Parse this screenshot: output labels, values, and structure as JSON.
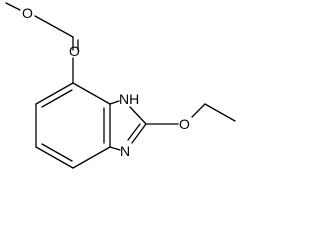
{
  "structure": {
    "atoms": {
      "ester_o_methyl": "O",
      "carbonyl_o": "O",
      "nh": "NH",
      "imine_n": "N",
      "ether_o": "O"
    }
  }
}
